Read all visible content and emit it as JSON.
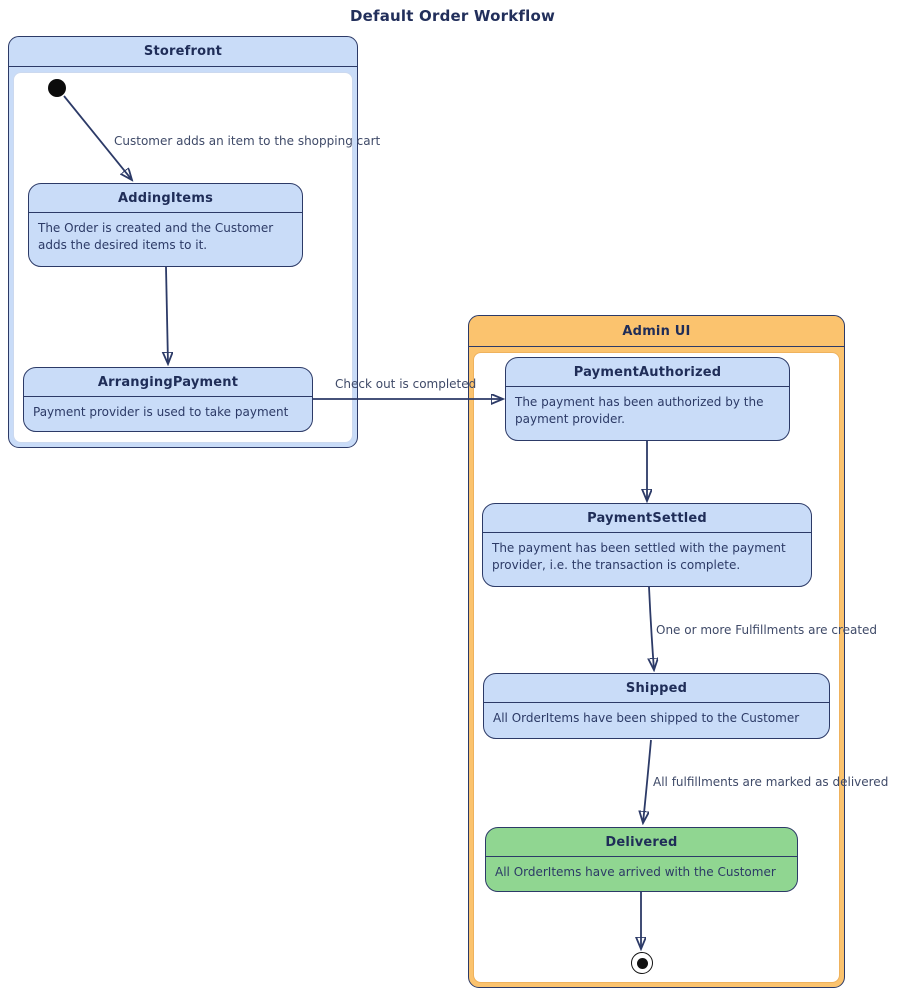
{
  "title": "Default Order Workflow",
  "colors": {
    "state_border": "#2c3a67",
    "state_fill": "#c9dcf8",
    "delivered_fill": "#90d691",
    "admin_header_fill": "#fbc36e",
    "storefront_header_fill": "#c9dcf8",
    "heading_text": "#1f2d58",
    "body_text": "#2c3a66",
    "label_text": "#3f4a68",
    "title_text": "#222f5b"
  },
  "containers": {
    "storefront": {
      "label": "Storefront"
    },
    "admin_ui": {
      "label": "Admin UI"
    }
  },
  "states": {
    "adding_items": {
      "name": "AddingItems",
      "description": "The Order is created and the Customer adds the desired items to it."
    },
    "arranging_payment": {
      "name": "ArrangingPayment",
      "description": "Payment provider is used to take payment"
    },
    "payment_authorized": {
      "name": "PaymentAuthorized",
      "description": "The payment has been authorized by the payment provider."
    },
    "payment_settled": {
      "name": "PaymentSettled",
      "description": "The payment has been settled with the payment provider, i.e. the transaction is complete."
    },
    "shipped": {
      "name": "Shipped",
      "description": "All OrderItems have been shipped to the Customer"
    },
    "delivered": {
      "name": "Delivered",
      "description": "All OrderItems have arrived with the Customer"
    }
  },
  "transitions": {
    "add_item": {
      "label": "Customer adds an item to the shopping cart"
    },
    "checkout": {
      "label": "Check out is completed"
    },
    "fulfillments_created": {
      "label": "One or more Fulfillments are created"
    },
    "marked_delivered": {
      "label": "All fulfillments are marked as delivered"
    }
  },
  "markers": {
    "initial": "initial-state-dot",
    "final": "final-state-bullseye"
  }
}
